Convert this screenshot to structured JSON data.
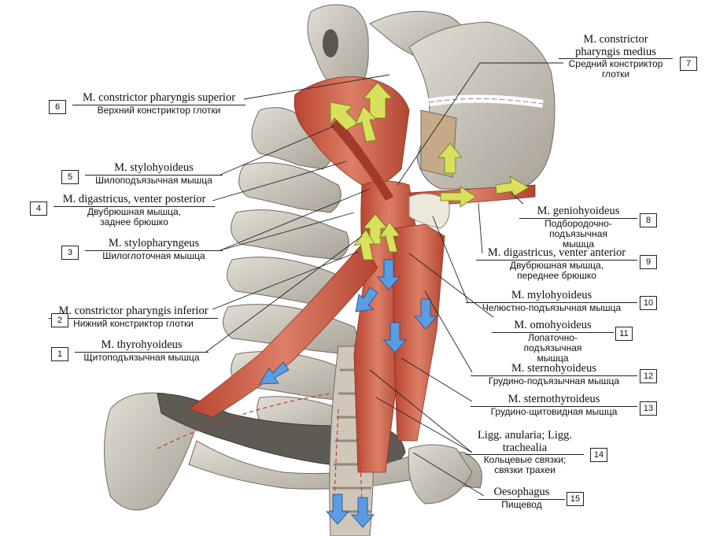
{
  "colors": {
    "bone": "#d6d2c8",
    "bone_shade": "#a9a49a",
    "muscle": "#c5513f",
    "muscle_light": "#dd8670",
    "arrow_green": "#d6e05a",
    "arrow_blue": "#5b9be0",
    "background": "#ffffff"
  },
  "labels": [
    {
      "number": "1",
      "latin": "M. thyrohyoideus",
      "russian": "Щитоподъязычная мышца"
    },
    {
      "number": "2",
      "latin": "M. constrictor pharyngis inferior",
      "russian": "Нижний констриктор глотки"
    },
    {
      "number": "3",
      "latin": "M. stylopharyngeus",
      "russian": "Шилоглоточная мышца"
    },
    {
      "number": "4",
      "latin": "M. digastricus, venter posterior",
      "russian": "Двубрюшная мышца, заднее брюшко"
    },
    {
      "number": "5",
      "latin": "M. stylohyoideus",
      "russian": "Шилоподъязычная мышца"
    },
    {
      "number": "6",
      "latin": "M. constrictor pharyngis superior",
      "russian": "Верхний констриктор глотки"
    },
    {
      "number": "7",
      "latin": "M. constrictor pharyngis medius",
      "russian": "Средний констриктор глотки"
    },
    {
      "number": "8",
      "latin": "M. geniohyoideus",
      "russian": "Подбородочно-подъязычная мышца"
    },
    {
      "number": "9",
      "latin": "M. digastricus, venter anterior",
      "russian": "Двубрюшная мышца, переднее брюшко"
    },
    {
      "number": "10",
      "latin": "M. mylohyoideus",
      "russian": "Челюстно-подъязычная мышца"
    },
    {
      "number": "11",
      "latin": "M. omohyoideus",
      "russian": "Лопаточно-подъязычная мышца"
    },
    {
      "number": "12",
      "latin": "M. sternohyoideus",
      "russian": "Грудино-подъязычная мышца"
    },
    {
      "number": "13",
      "latin": "M. sternothyroideus",
      "russian": "Грудино-щитовидная мышца"
    },
    {
      "number": "14",
      "latin": "Ligg. anularia; Ligg. trachealia",
      "russian": "Кольцевые связки; связки трахеи"
    },
    {
      "number": "15",
      "latin": "Oesophagus",
      "russian": "Пищевод"
    }
  ]
}
